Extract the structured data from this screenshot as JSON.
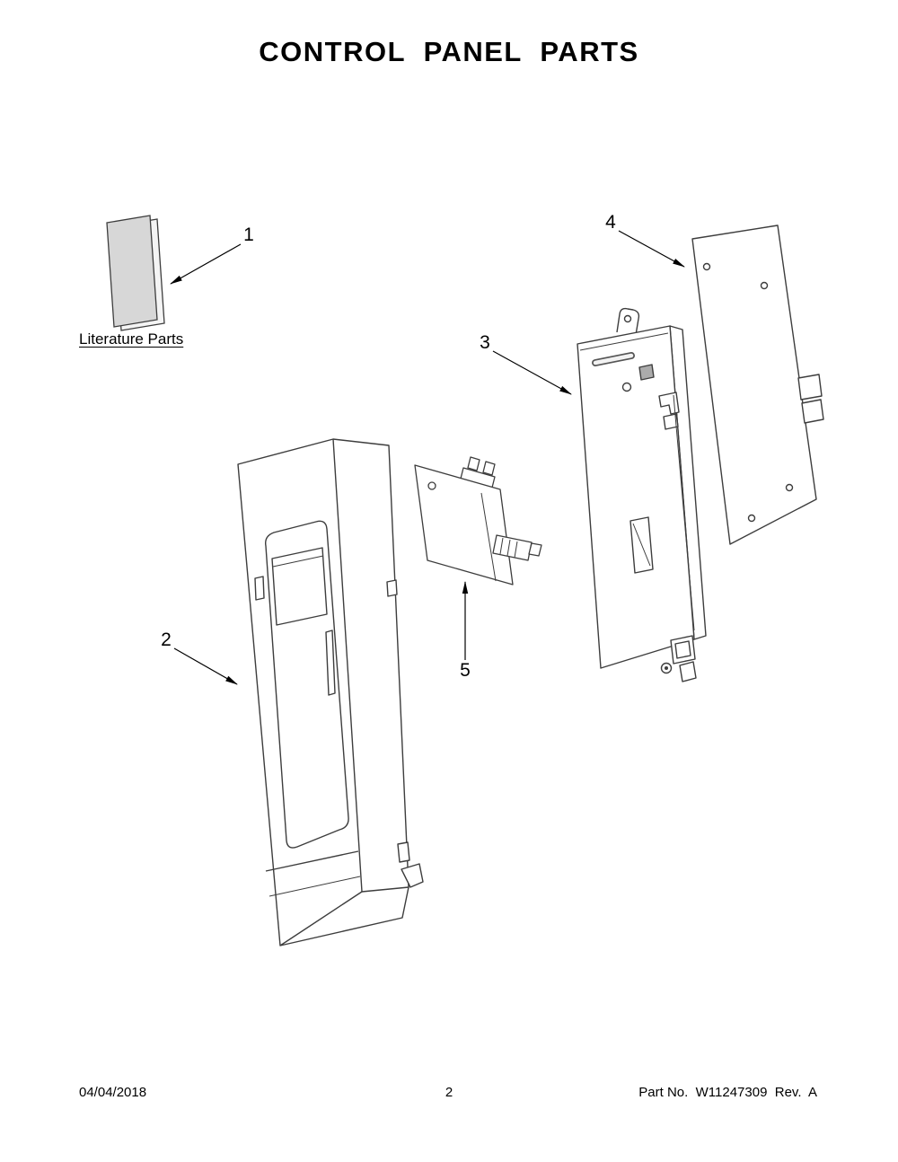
{
  "page": {
    "title": "CONTROL PANEL PARTS",
    "literature_label": "Literature Parts",
    "callouts": {
      "c1": "1",
      "c2": "2",
      "c3": "3",
      "c4": "4",
      "c5": "5"
    },
    "footer": {
      "date": "04/04/2018",
      "page_number": "2",
      "part_line": "Part No.  W11247309  Rev.  A"
    }
  }
}
